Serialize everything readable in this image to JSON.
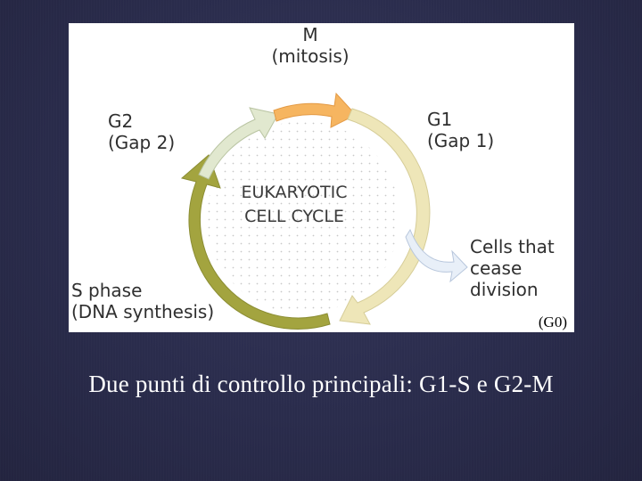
{
  "diagram": {
    "center_title": "EUKARYOTIC\nCELL CYCLE",
    "phases": {
      "m": "M\n(mitosis)",
      "g1": "G1\n(Gap 1)",
      "g2": "G2\n(Gap 2)",
      "s": "S phase\n(DNA synthesis)",
      "exit": "Cells that\ncease\ndivision",
      "g0": "(G0)"
    },
    "colors": {
      "m_arrow": "#f5b25c",
      "g1_arrow": "#ece4b4",
      "s_arrow": "#a0a23e",
      "g2_arrow": "#dfe6cc",
      "exit_arrow": "#e6eef7",
      "dots": "#c9c9c9"
    }
  },
  "caption": "Due punti di controllo principali: G1-S e G2-M"
}
